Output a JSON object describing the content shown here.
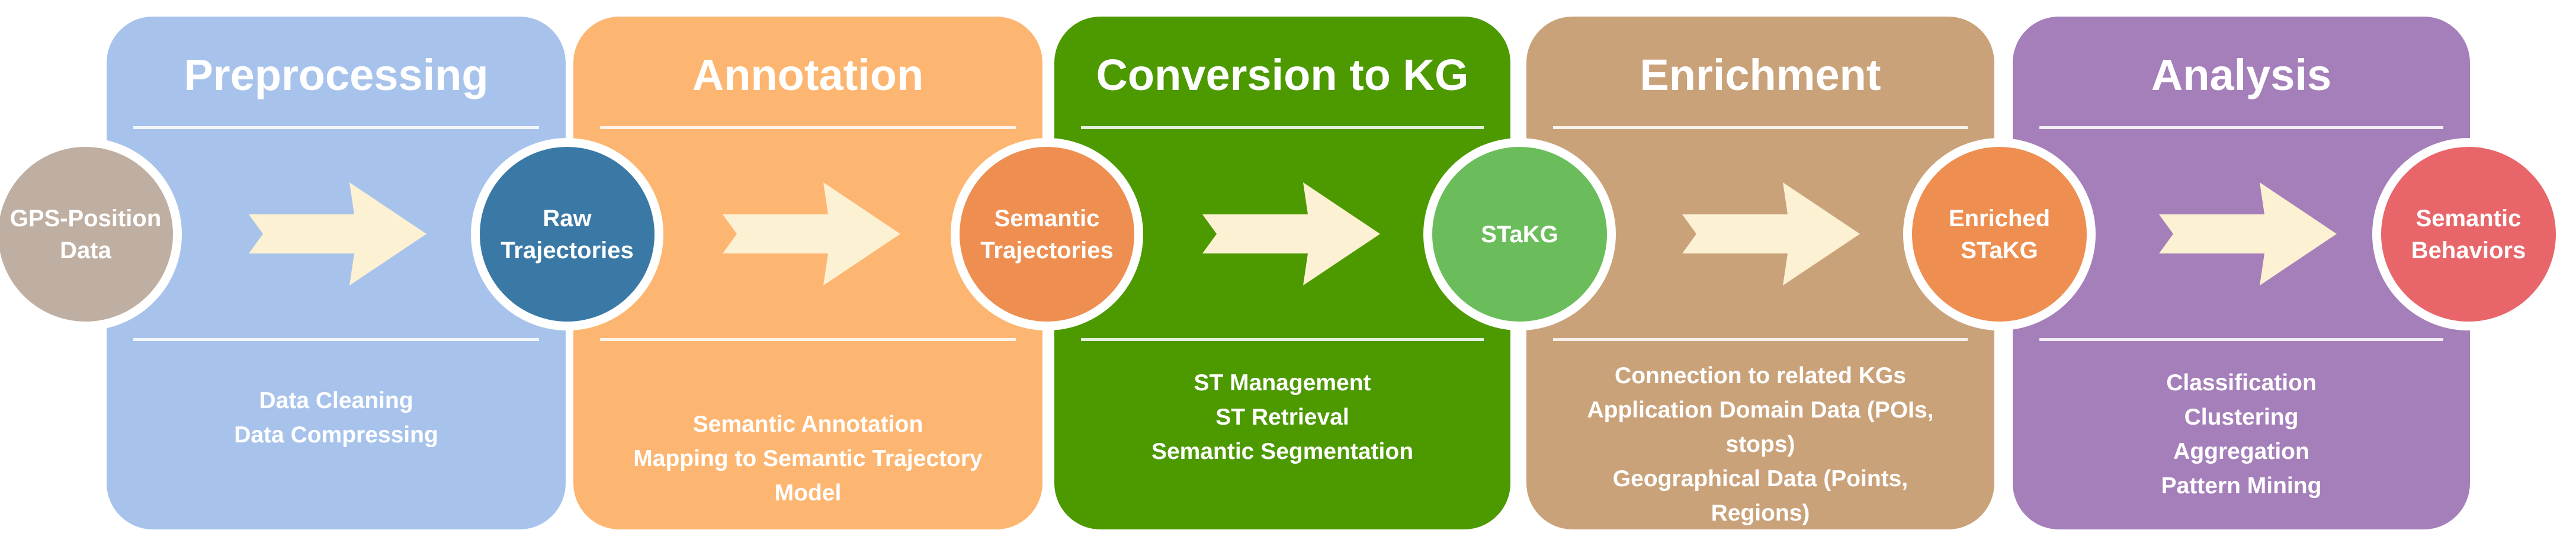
{
  "stages": [
    {
      "title": "Preprocessing",
      "color": "#A8C3EB",
      "desc": [
        "Data Cleaning",
        "Data Compressing"
      ]
    },
    {
      "title": "Annotation",
      "color": "#FDB671",
      "desc": [
        "Semantic Annotation",
        "Mapping to Semantic Trajectory",
        "Model"
      ]
    },
    {
      "title": "Conversion to KG",
      "color": "#4C9900",
      "desc": [
        "ST Management",
        "ST Retrieval",
        "Semantic Segmentation"
      ]
    },
    {
      "title": "Enrichment",
      "color": "#CAA27A",
      "desc": [
        "Connection to related KGs",
        "Application Domain Data (POIs,",
        "stops)",
        "Geographical Data (Points,",
        "Regions)"
      ]
    },
    {
      "title": "Analysis",
      "color": "#A57FBA",
      "desc": [
        "Classification",
        "Clustering",
        "Aggregation",
        "Pattern Mining"
      ]
    }
  ],
  "nodes": [
    {
      "lines": [
        "GPS-Position",
        "Data"
      ],
      "color": "#BFAFA2"
    },
    {
      "lines": [
        "Raw",
        "Trajectories"
      ],
      "color": "#3A79A6"
    },
    {
      "lines": [
        "Semantic",
        "Trajectories"
      ],
      "color": "#EE8F51"
    },
    {
      "lines": [
        "STaKG"
      ],
      "color": "#6BBD5B"
    },
    {
      "lines": [
        "Enriched",
        "STaKG"
      ],
      "color": "#EE8F51"
    },
    {
      "lines": [
        "Semantic",
        "Behaviors"
      ],
      "color": "#E8666A"
    }
  ],
  "arrow_color": "#FCF1D2"
}
